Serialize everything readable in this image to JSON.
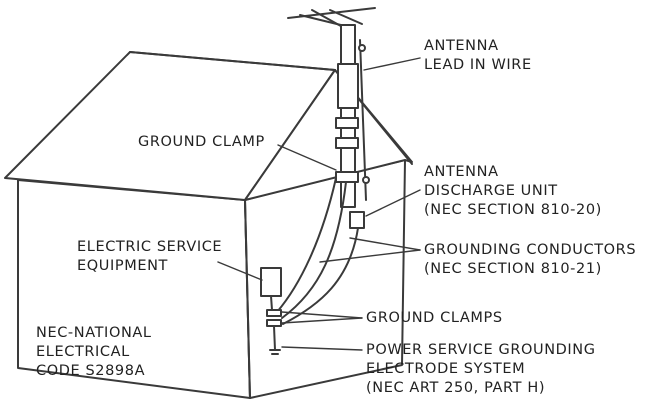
{
  "labels": {
    "antenna_lead_in_wire": [
      "ANTENNA",
      "LEAD IN WIRE"
    ],
    "ground_clamp": "GROUND CLAMP",
    "antenna_discharge_unit": [
      "ANTENNA",
      "DISCHARGE UNIT",
      "(NEC SECTION 810-20)"
    ],
    "electric_service_equipment": [
      "ELECTRIC SERVICE",
      "EQUIPMENT"
    ],
    "grounding_conductors": [
      "GROUNDING CONDUCTORS",
      "(NEC SECTION 810-21)"
    ],
    "ground_clamps": "GROUND CLAMPS",
    "nec_code": [
      "NEC-NATIONAL",
      "ELECTRICAL",
      "CODE S2898A"
    ],
    "power_service_grounding": [
      "POWER SERVICE GROUNDING",
      "ELECTRODE SYSTEM",
      "(NEC ART 250, PART H)"
    ]
  },
  "colors": {
    "line": "#3a3a3a",
    "text": "#222222",
    "background": "#ffffff"
  }
}
